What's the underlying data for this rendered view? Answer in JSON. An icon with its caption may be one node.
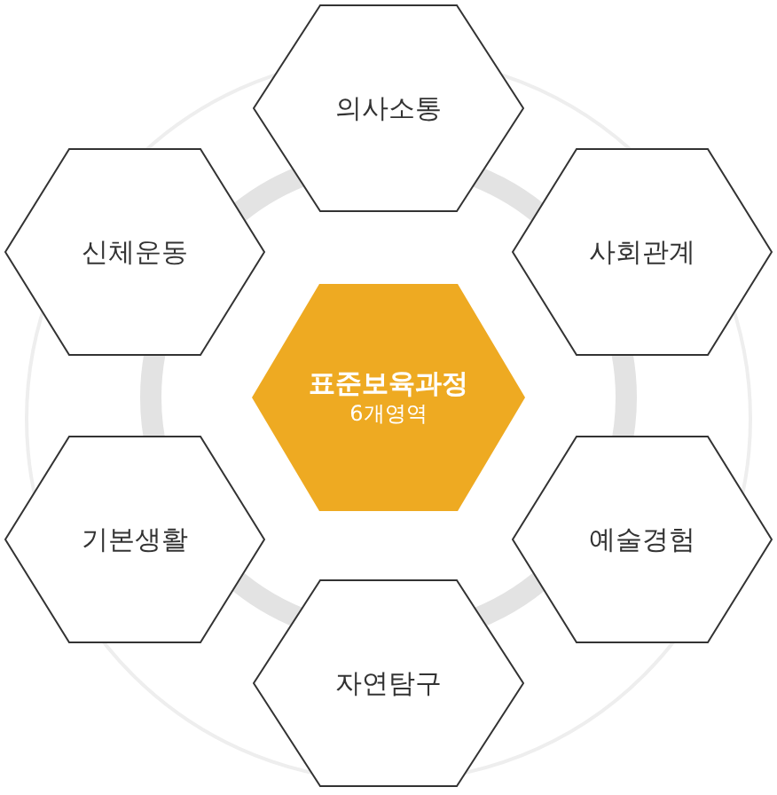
{
  "diagram": {
    "nodes": [
      {
        "text": [
          "표준보육과정",
          "6개영역"
        ]
      },
      {
        "text": [
          "의사소통"
        ]
      },
      {
        "text": [
          "사회관계"
        ]
      },
      {
        "text": [
          "예술경험"
        ]
      },
      {
        "text": [
          "자연탐구"
        ]
      },
      {
        "text": [
          "기본생활"
        ]
      },
      {
        "text": [
          "신체운동"
        ]
      }
    ]
  }
}
